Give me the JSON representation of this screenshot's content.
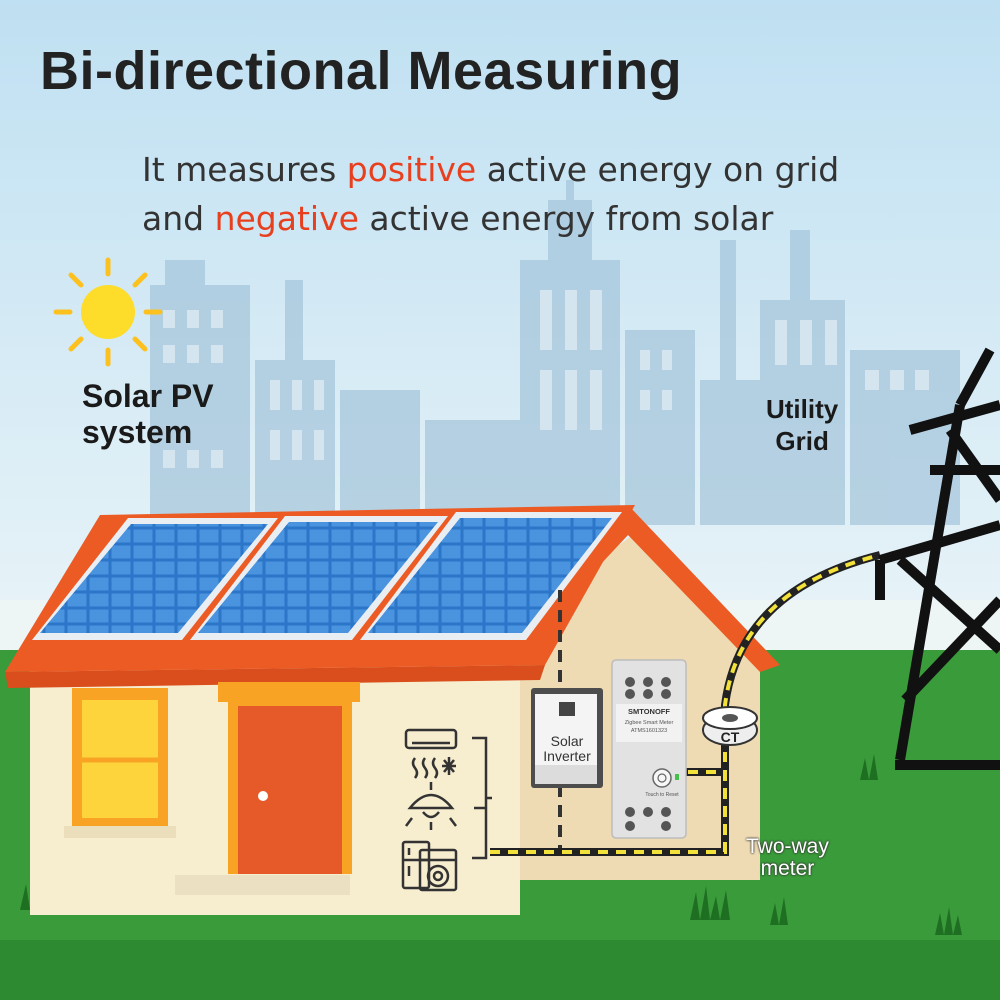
{
  "title": "Bi-directional Measuring",
  "subtitle": {
    "line1_pre": "It measures ",
    "line1_highlight": "positive",
    "line1_post": " active energy on grid",
    "line2_pre": "and ",
    "line2_highlight": "negative",
    "line2_post": " active energy from solar"
  },
  "labels": {
    "solar_line1": "Solar PV",
    "solar_line2": "system",
    "grid_line1": "Utility",
    "grid_line2": "Grid",
    "inverter_line1": "Solar",
    "inverter_line2": "Inverter",
    "ct": "CT",
    "meter_line1": "Two-way",
    "meter_line2": "meter",
    "device_brand": "SMTONOFF",
    "device_model": "Zigbee Smart Meter",
    "device_sku": "ATMS1601323",
    "device_reset": "Touch to Reset"
  },
  "colors": {
    "sky": "#cfe6f3",
    "grass": "#3a9b3a",
    "roof": "#ec5b24",
    "wall": "#f7edcf",
    "door": "#e65a2a",
    "window": "#fdd43c",
    "panel": "#2c76c9",
    "highlight": "#e8401f",
    "cable_yellow": "#f2e13a",
    "sun": "#fddc2a"
  },
  "icons": [
    "sun-icon",
    "air-conditioner-icon",
    "ceiling-lamp-icon",
    "fridge-icon",
    "washing-machine-icon",
    "power-tower-icon"
  ]
}
